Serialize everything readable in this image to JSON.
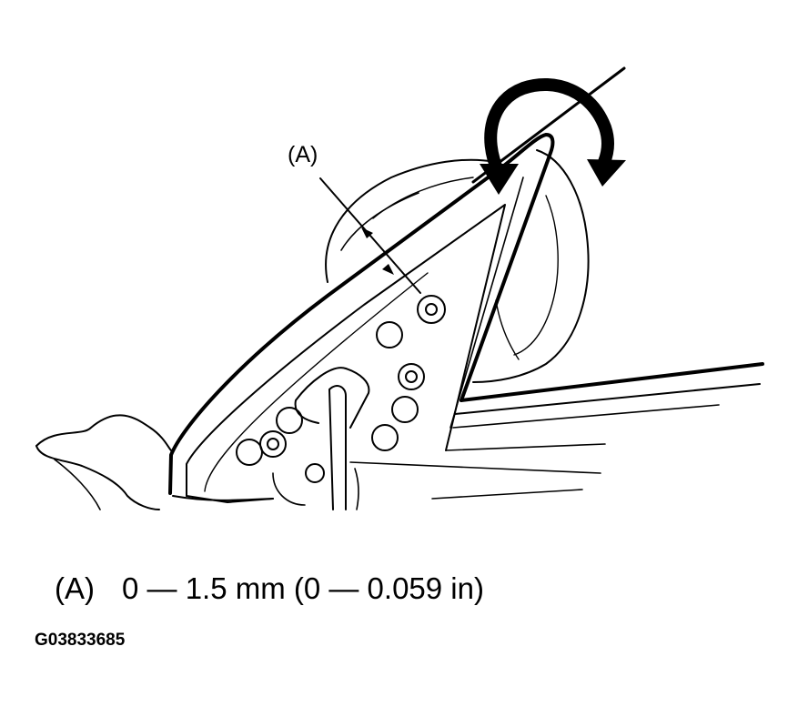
{
  "callout": {
    "label": "(A)"
  },
  "specification": {
    "label": "(A)",
    "value": "0 — 1.5 mm (0 — 0.059 in)"
  },
  "figure_code": "G03833685",
  "icons": [
    "rotation-arrow-icon",
    "dimension-arrow-icon"
  ],
  "colors": {
    "line": "#000000",
    "background": "#ffffff"
  }
}
